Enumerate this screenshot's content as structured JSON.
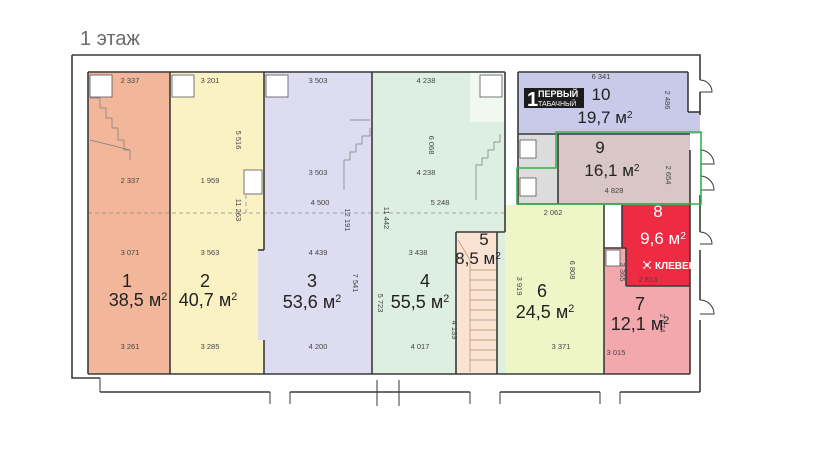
{
  "floor_title": "1 этаж",
  "unit_suffix": " м",
  "rooms": [
    {
      "number": "1",
      "area": "38,5",
      "color": "#f2b79a",
      "dims": [
        "2 337",
        "2 337",
        "3 071",
        "3 261"
      ]
    },
    {
      "number": "2",
      "area": "40,7",
      "color": "#fbf2c4",
      "dims": [
        "3 201",
        "5 516",
        "1 959",
        "11 263",
        "3 563",
        "3 285"
      ]
    },
    {
      "number": "3",
      "area": "53,6",
      "color": "#dedcf0",
      "dims": [
        "3 503",
        "3 503",
        "4 500",
        "12 191",
        "4 439",
        "7 541",
        "4 200"
      ]
    },
    {
      "number": "4",
      "area": "55,5",
      "color": "#dcefe1",
      "dims": [
        "4 238",
        "6 068",
        "4 238",
        "11 442",
        "5 248",
        "3 438",
        "5 723",
        "4 017",
        "4 133"
      ]
    },
    {
      "number": "5",
      "area": "8,5",
      "color": "#fbe3d4",
      "dims": []
    },
    {
      "number": "6",
      "area": "24,5",
      "color": "#eef6c8",
      "dims": [
        "2 062",
        "3 919",
        "6 808",
        "3 371"
      ]
    },
    {
      "number": "7",
      "area": "12,1",
      "color": "#f2a8ad",
      "dims": [
        "3 365",
        "2 813",
        "2 674",
        "3 015"
      ]
    },
    {
      "number": "8",
      "area": "9,6",
      "color": "#ee2b43",
      "dims": []
    },
    {
      "number": "9",
      "area": "16,1",
      "color": "#d9c7c8",
      "dims": [
        "2 654",
        "4 828"
      ]
    },
    {
      "number": "10",
      "area": "19,7",
      "color": "#c9c9ea",
      "dims": [
        "6 341",
        "2 486"
      ]
    }
  ],
  "logos": {
    "tobacco": {
      "line1": "ПЕРВЫЙ",
      "line2": "ТАБАЧНЫЙ"
    },
    "klever": "КЛЕВЕР"
  },
  "colors": {
    "wall": "#3a3a3a",
    "highlight": "#35b24a",
    "dim_text": "#444444"
  }
}
